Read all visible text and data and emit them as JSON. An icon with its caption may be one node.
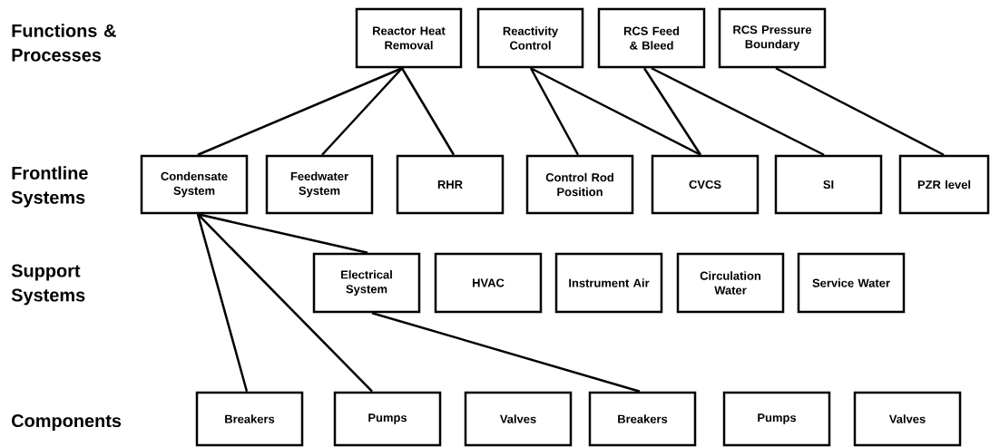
{
  "diagram": {
    "nodes": [
      {
        "text": [
          "Reactor Heat Removal"
        ]
      },
      {
        "text": [
          "Reactivity Control"
        ]
      },
      {
        "text": [
          "RCS Feed & Bleed"
        ]
      },
      {
        "text": [
          "RCS Pressure Boundary"
        ]
      },
      {
        "text": [
          "Condensate System"
        ]
      },
      {
        "text": [
          "Feedwater System"
        ]
      },
      {
        "text": [
          "RHR"
        ]
      },
      {
        "text": [
          "Control Rod Position"
        ]
      },
      {
        "text": [
          "CVCS"
        ]
      },
      {
        "text": [
          "SI"
        ]
      },
      {
        "text": [
          "PZR level"
        ]
      },
      {
        "text": [
          "Electrical System"
        ]
      },
      {
        "text": [
          "HVAC"
        ]
      },
      {
        "text": [
          "Instrument Air"
        ]
      },
      {
        "text": [
          "Circulation Water"
        ]
      },
      {
        "text": [
          "Service Water"
        ]
      },
      {
        "text": [
          "Breakers"
        ]
      },
      {
        "text": [
          "Pumps"
        ]
      },
      {
        "text": [
          "Valves"
        ]
      },
      {
        "text": [
          "Breakers"
        ]
      },
      {
        "text": [
          "Pumps"
        ]
      },
      {
        "text": [
          "Valves"
        ]
      }
    ],
    "edges": [
      {
        "from": 0,
        "to": 4,
        "arrow": "none"
      },
      {
        "from": 0,
        "to": 5,
        "arrow": "none"
      },
      {
        "from": 0,
        "to": 6,
        "arrow": "none"
      },
      {
        "from": 1,
        "to": 7,
        "arrow": "none"
      },
      {
        "from": 1,
        "to": 8,
        "arrow": "none"
      },
      {
        "from": 2,
        "to": 8,
        "arrow": "none"
      },
      {
        "from": 2,
        "to": 9,
        "arrow": "none"
      },
      {
        "from": 3,
        "to": 10,
        "arrow": "none"
      },
      {
        "from": 4,
        "to": 11,
        "arrow": "none"
      },
      {
        "from": 4,
        "to": 16,
        "arrow": "none"
      },
      {
        "from": 4,
        "to": 17,
        "arrow": "none"
      },
      {
        "from": 11,
        "to": 19,
        "arrow": "none"
      }
    ],
    "labels": [
      "Functions & Processes",
      "Frontline Systems",
      "Support Systems",
      "Components"
    ]
  }
}
